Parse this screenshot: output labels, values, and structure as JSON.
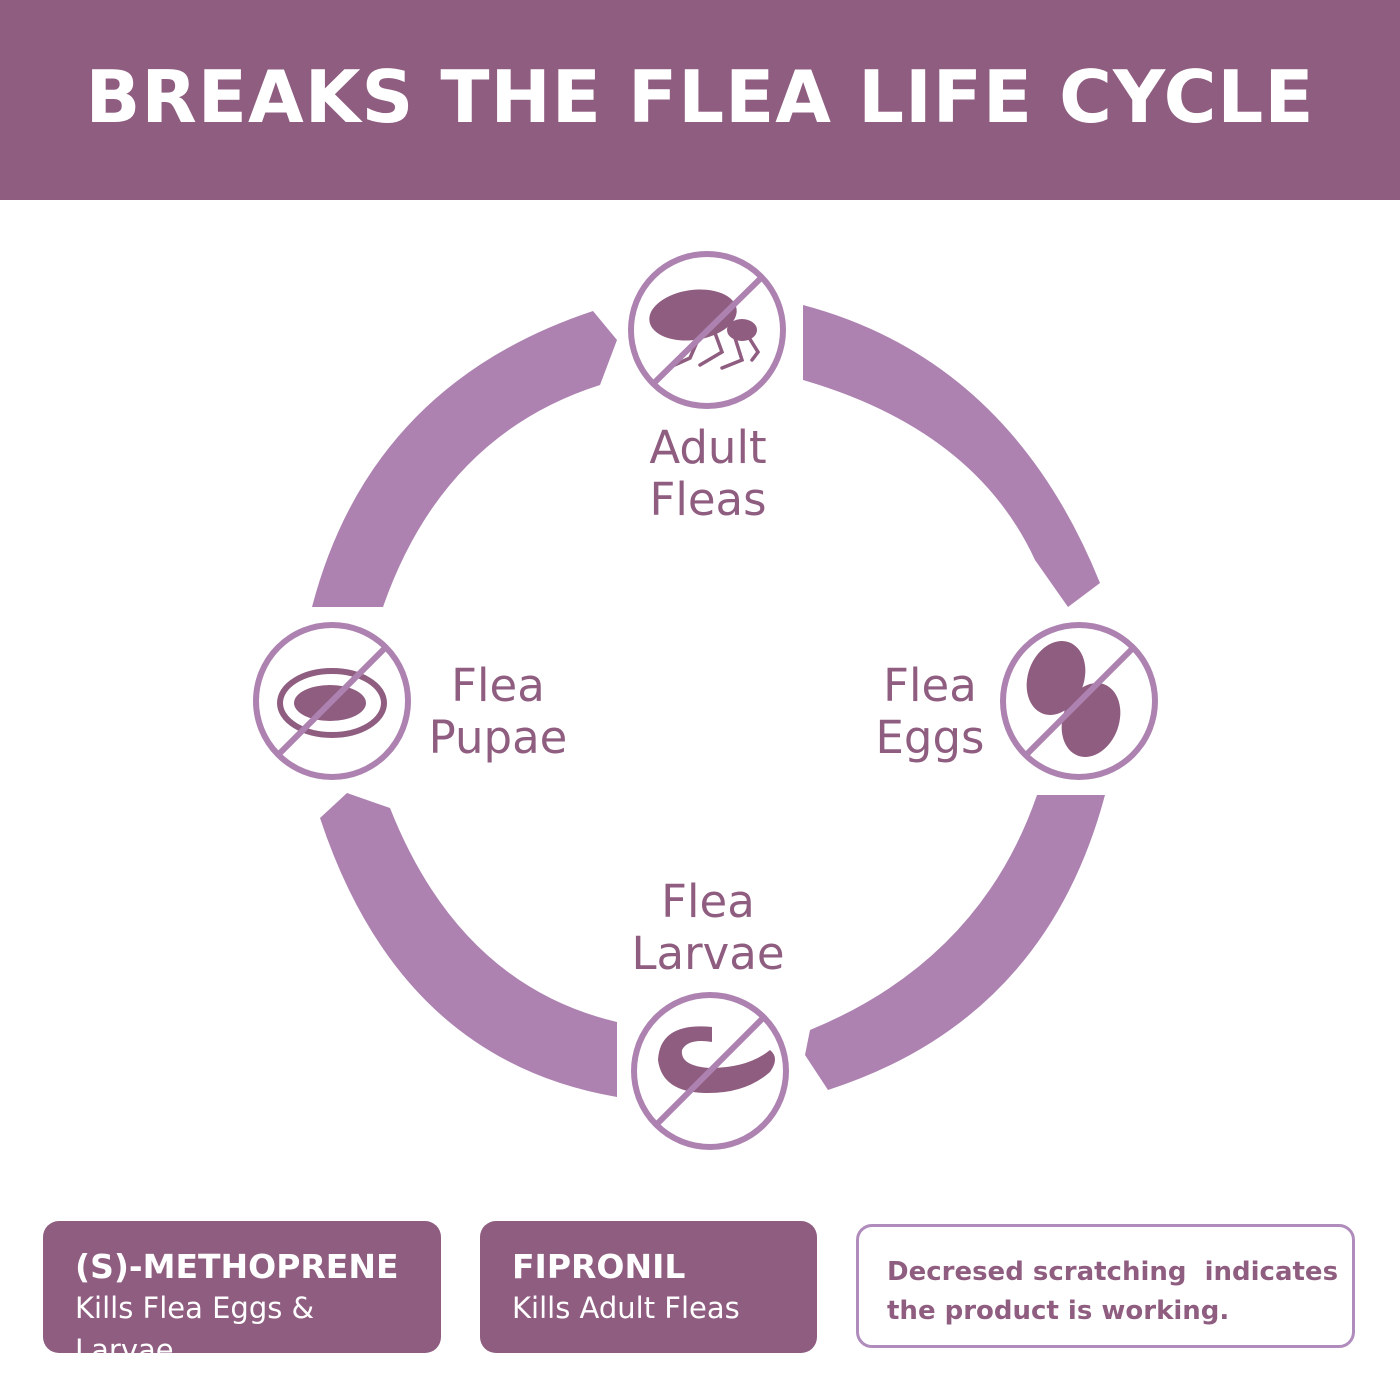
{
  "header": {
    "title": "BREAKS THE FLEA LIFE CYCLE"
  },
  "colors": {
    "header_bg": "#8f5d80",
    "ring": "#ad82b1",
    "icon_fill": "#8f5d80",
    "icon_ring": "#ad82b1"
  },
  "stages": {
    "adult": {
      "line1": "Adult",
      "line2": "Fleas",
      "icon": "flea-icon"
    },
    "eggs": {
      "line1": "Flea",
      "line2": "Eggs",
      "icon": "eggs-icon"
    },
    "larvae": {
      "line1": "Flea",
      "line2": "Larvae",
      "icon": "larva-icon"
    },
    "pupae": {
      "line1": "Flea",
      "line2": "Pupae",
      "icon": "pupa-icon"
    }
  },
  "boxes": {
    "methoprene": {
      "title": "(S)-METHOPRENE",
      "desc": "Kills Flea Eggs & Larvae"
    },
    "fipronil": {
      "title": "FIPRONIL",
      "desc": "Kills Adult Fleas"
    },
    "note": {
      "line1": "Decresed scratching  indicates",
      "line2": "the product is working."
    }
  }
}
